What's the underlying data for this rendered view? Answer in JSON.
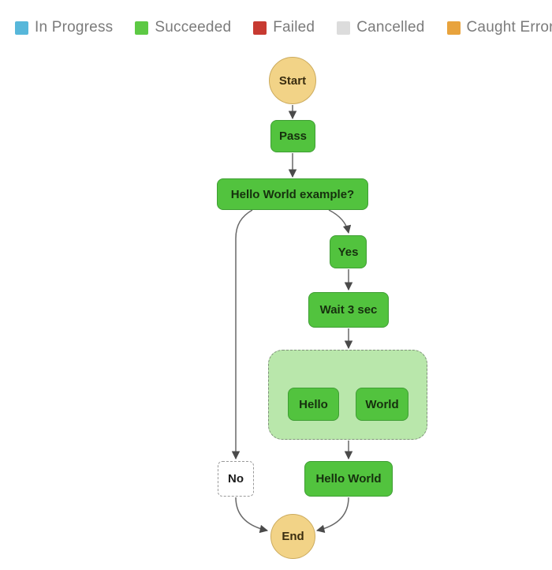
{
  "legend": {
    "items": [
      {
        "label": "In Progress",
        "color": "#57b7da"
      },
      {
        "label": "Succeeded",
        "color": "#5dc944"
      },
      {
        "label": "Failed",
        "color": "#c73a31"
      },
      {
        "label": "Cancelled",
        "color": "#dcdcdc"
      },
      {
        "label": "Caught Error",
        "color": "#e8a33d"
      }
    ]
  },
  "diagram": {
    "nodes": {
      "start": {
        "label": "Start",
        "status": "terminal"
      },
      "pass": {
        "label": "Pass",
        "status": "succeeded"
      },
      "choice": {
        "label": "Hello World example?",
        "status": "succeeded"
      },
      "yes": {
        "label": "Yes",
        "status": "succeeded"
      },
      "wait": {
        "label": "Wait 3 sec",
        "status": "succeeded"
      },
      "hello": {
        "label": "Hello",
        "status": "succeeded"
      },
      "world": {
        "label": "World",
        "status": "succeeded"
      },
      "no": {
        "label": "No",
        "status": "not-executed"
      },
      "hello_world": {
        "label": "Hello World",
        "status": "succeeded"
      },
      "end": {
        "label": "End",
        "status": "terminal"
      }
    },
    "colors": {
      "succeeded_fill": "#52c33e",
      "succeeded_border": "#3f9e34",
      "terminal_fill": "#f2d387",
      "terminal_border": "#ccab5e",
      "parallel_fill": "#b9e7ab",
      "skipped_fill": "#ffffff",
      "edge": "#686868"
    }
  }
}
